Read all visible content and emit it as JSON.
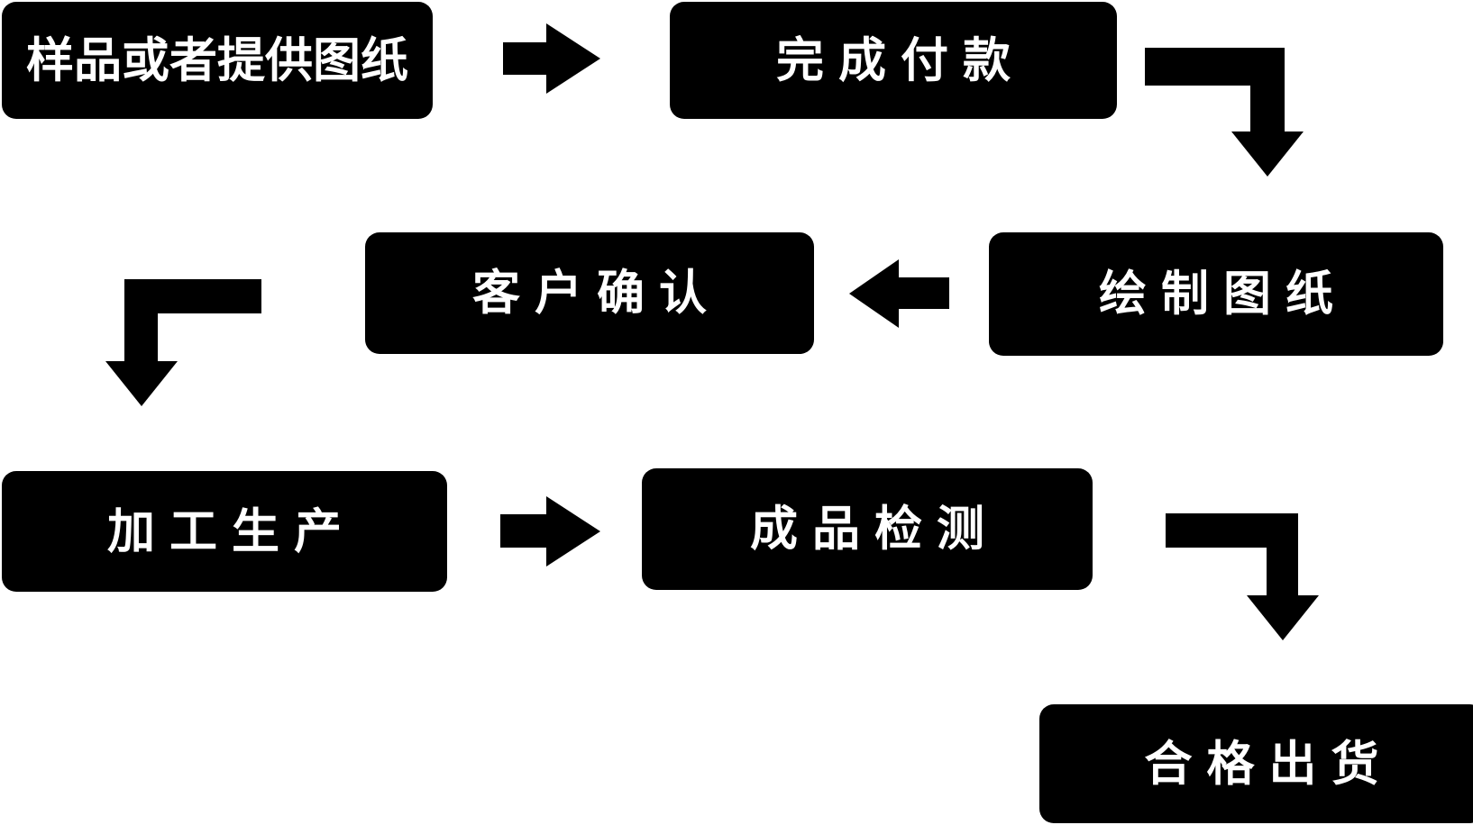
{
  "diagram": {
    "type": "flowchart",
    "colors": {
      "background": "#ffffff",
      "node_fill": "#000000",
      "node_text": "#ffffff",
      "arrow": "#000000"
    },
    "nodes": [
      {
        "id": "sample",
        "label": "样品或者提供图纸"
      },
      {
        "id": "payment",
        "label": "完成付款"
      },
      {
        "id": "drawing",
        "label": "绘制图纸"
      },
      {
        "id": "confirm",
        "label": "客户确认"
      },
      {
        "id": "production",
        "label": "加工生产"
      },
      {
        "id": "inspection",
        "label": "成品检测"
      },
      {
        "id": "shipment",
        "label": "合格出货"
      }
    ],
    "edges": [
      {
        "from": "sample",
        "to": "payment",
        "shape": "straight-right"
      },
      {
        "from": "payment",
        "to": "drawing",
        "shape": "elbow-down-right"
      },
      {
        "from": "drawing",
        "to": "confirm",
        "shape": "straight-left"
      },
      {
        "from": "confirm",
        "to": "production",
        "shape": "elbow-down-left"
      },
      {
        "from": "production",
        "to": "inspection",
        "shape": "straight-right"
      },
      {
        "from": "inspection",
        "to": "shipment",
        "shape": "elbow-down-right"
      }
    ]
  }
}
